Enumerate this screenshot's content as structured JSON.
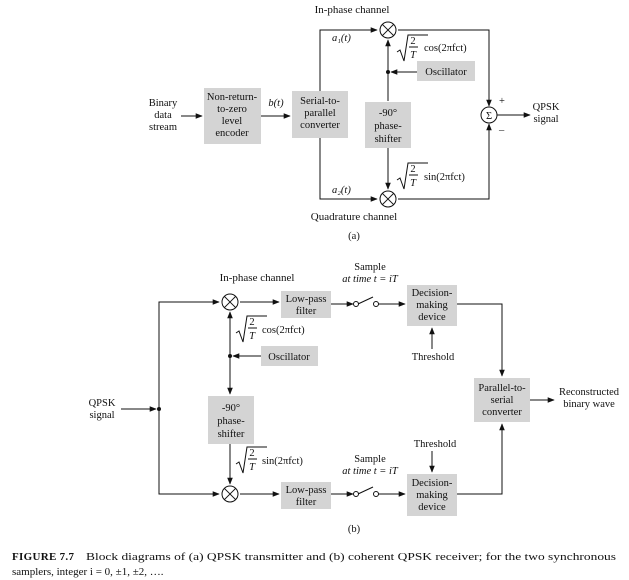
{
  "transmitter": {
    "inphase_title": "In-phase channel",
    "binary_input": [
      "Binary",
      "data",
      "stream"
    ],
    "nrz_encoder": [
      "Non-return-",
      "to-zero",
      "level",
      "encoder"
    ],
    "bt_label": "b(t)",
    "serial_to_parallel": [
      "Serial-to-",
      "parallel",
      "converter"
    ],
    "a1_label": "a₁(t)",
    "a2_label": "a₂(t)",
    "sqrt_num": "2",
    "sqrt_den": "T",
    "cos_label": "cos(2πfсt)",
    "sin_label": "sin(2πfсt)",
    "oscillator": "Oscillator",
    "phase_shifter": [
      "-90°",
      "phase-",
      "shifter"
    ],
    "plus_sign": "+",
    "minus_sign": "–",
    "sigma": "Σ",
    "qpsk_output": [
      "QPSK",
      "signal"
    ],
    "quadrature_title": "Quadrature channel",
    "sublabel": "(a)"
  },
  "receiver": {
    "inphase_title": "In-phase channel",
    "qpsk_input": [
      "QPSK",
      "signal"
    ],
    "lowpass_top": [
      "Low-pass",
      "filter"
    ],
    "lowpass_bottom": [
      "Low-pass",
      "filter"
    ],
    "sample_top": [
      "Sample",
      "at time t = iT"
    ],
    "sample_bottom": [
      "Sample",
      "at time t = iT"
    ],
    "decision_top": [
      "Decision-",
      "making",
      "device"
    ],
    "decision_bottom": [
      "Decision-",
      "making",
      "device"
    ],
    "threshold_top": "Threshold",
    "threshold_bottom": "Threshold",
    "sqrt_num": "2",
    "sqrt_den": "T",
    "cos_label": "cos(2πfсt)",
    "sin_label": "sin(2πfсt)",
    "oscillator": "Oscillator",
    "phase_shifter": [
      "-90°",
      "phase-",
      "shifter"
    ],
    "parallel_to_serial": [
      "Parallel-to-",
      "serial",
      "converter"
    ],
    "reconstructed": [
      "Reconstructed",
      "binary wave"
    ],
    "sublabel": "(b)"
  },
  "caption": {
    "figure_label": "FIGURE 7.7",
    "line1": "Block diagrams of (a) QPSK transmitter and (b) coherent QPSK receiver; for the two synchronous",
    "line2": "samplers, integer i = 0, ±1, ±2, …."
  }
}
